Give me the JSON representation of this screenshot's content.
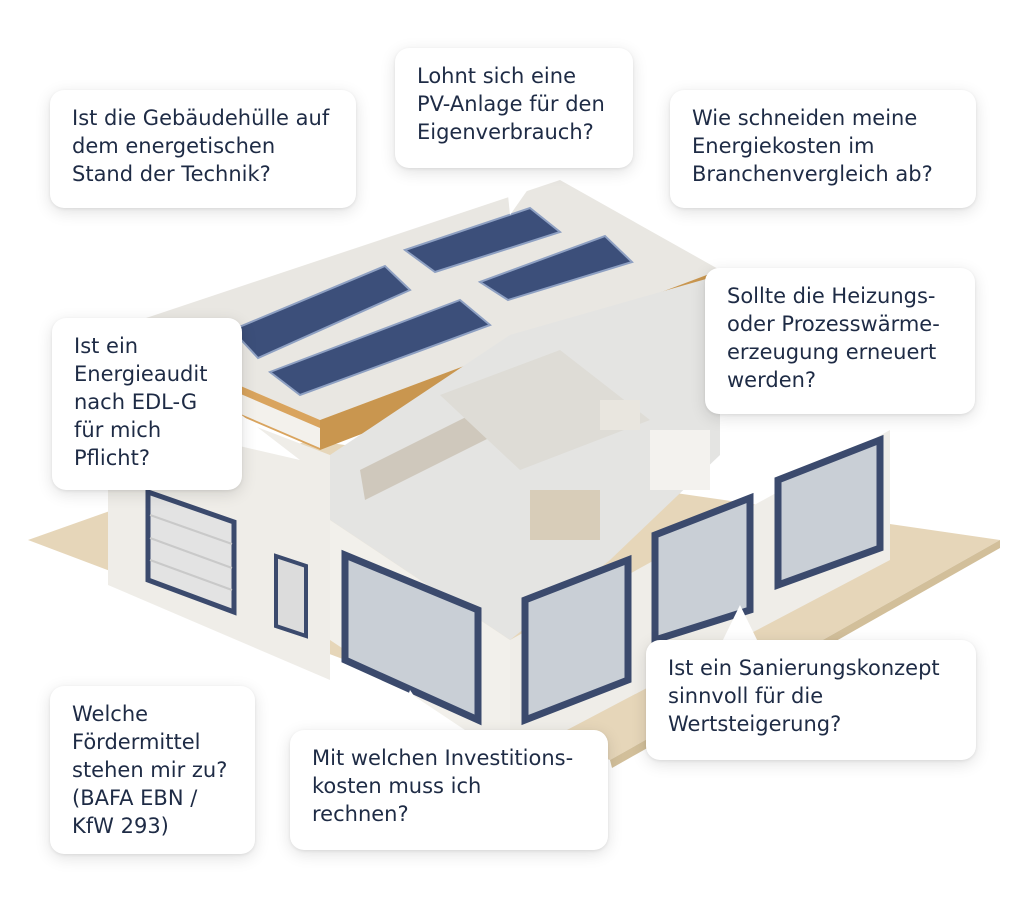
{
  "colors": {
    "wall": "#f1efea",
    "roof": "#e9e7e2",
    "roof_edge": "#d9a45e",
    "ground": "#e3d2b1",
    "frame": "#3b4a6d",
    "glass": "#c9cfd6",
    "panel": "#3c4f7a",
    "text": "#1e2b45"
  },
  "bubbles": [
    {
      "id": "gebaeudehuelle",
      "text": "Ist die Gebäudehülle auf\ndem energetischen\nStand der Technik?"
    },
    {
      "id": "pv-anlage",
      "text": "Lohnt sich eine\nPV-Anlage für den\nEigenverbrauch?"
    },
    {
      "id": "energiekosten",
      "text": "Wie schneiden meine\nEnergiekosten im\nBranchenvergleich ab?"
    },
    {
      "id": "heizung",
      "text": "Sollte die Heizungs-\noder Prozesswärme-\nerzeugung erneuert\nwerden?"
    },
    {
      "id": "energieaudit",
      "text": "Ist ein\nEnergieaudit\nnach EDL-G\nfür mich\nPflicht?"
    },
    {
      "id": "foerdermittel",
      "text": "Welche\nFördermittel\nstehen mir zu?\n(BAFA EBN /\nKfW 293)"
    },
    {
      "id": "investitionskosten",
      "text": "Mit welchen Investitions-\nkosten muss ich\nrechnen?"
    },
    {
      "id": "sanierungskonzept",
      "text": "Ist ein Sanierungskonzept\nsinnvoll für die\nWertsteigerung?"
    }
  ]
}
